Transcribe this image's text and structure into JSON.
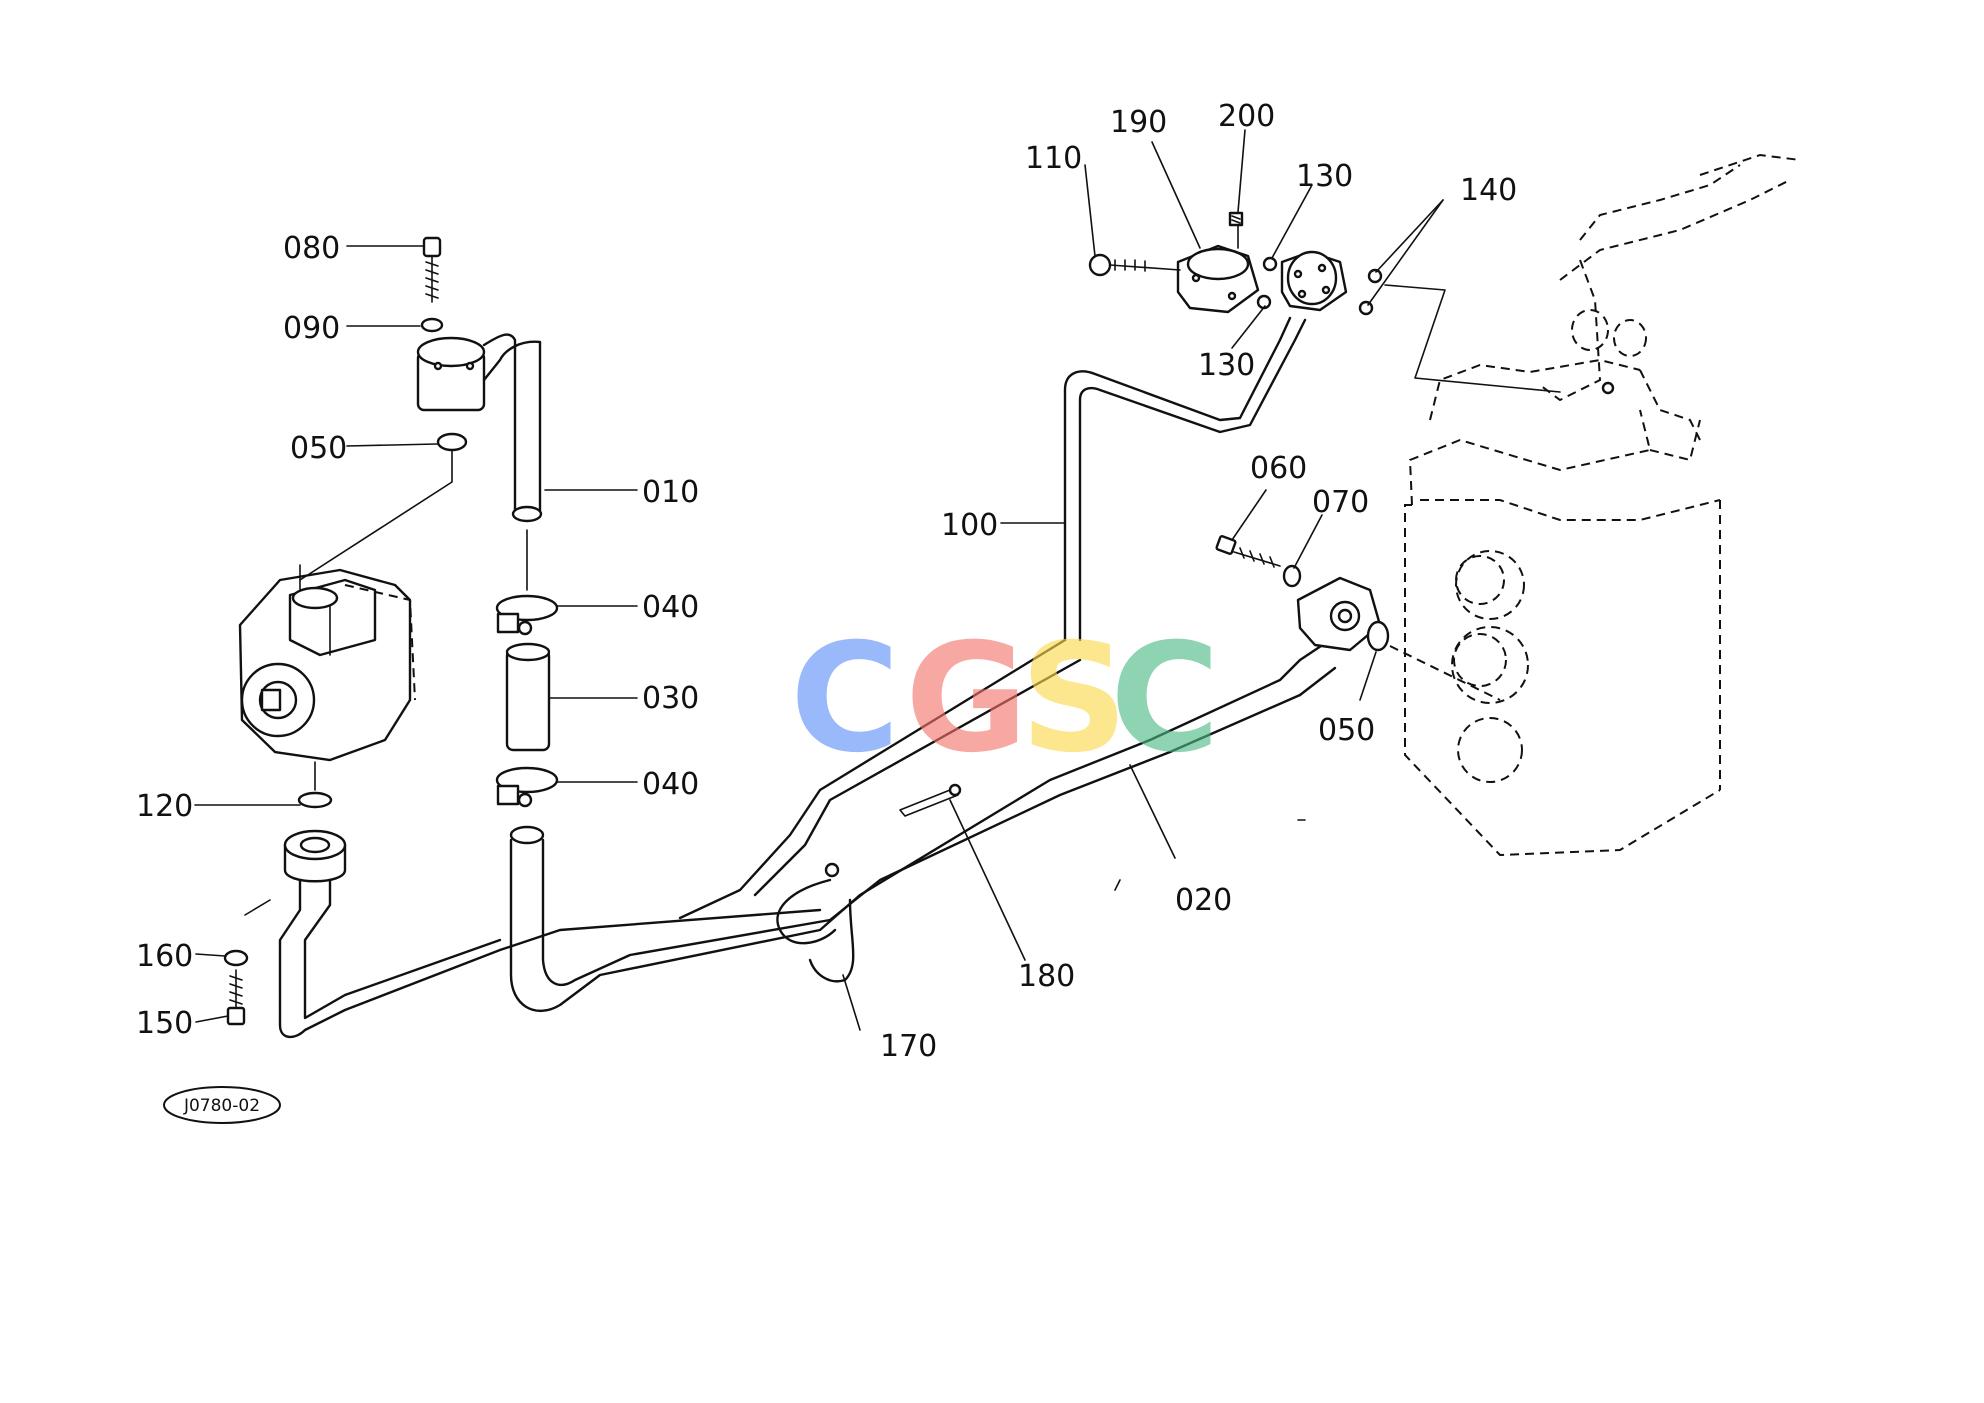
{
  "drawing_code": "J0780-02",
  "watermark": [
    {
      "char": "C",
      "color": "#5b8ff9"
    },
    {
      "char": "G",
      "color": "#f4736b"
    },
    {
      "char": "S",
      "color": "#fbd84a"
    },
    {
      "char": "C",
      "color": "#4cba84"
    }
  ],
  "callouts": [
    {
      "id": "010",
      "label": "010"
    },
    {
      "id": "020",
      "label": "020"
    },
    {
      "id": "030",
      "label": "030"
    },
    {
      "id": "040a",
      "label": "040"
    },
    {
      "id": "040b",
      "label": "040"
    },
    {
      "id": "050a",
      "label": "050"
    },
    {
      "id": "050b",
      "label": "050"
    },
    {
      "id": "060",
      "label": "060"
    },
    {
      "id": "070",
      "label": "070"
    },
    {
      "id": "080",
      "label": "080"
    },
    {
      "id": "090",
      "label": "090"
    },
    {
      "id": "100",
      "label": "100"
    },
    {
      "id": "110",
      "label": "110"
    },
    {
      "id": "120",
      "label": "120"
    },
    {
      "id": "130a",
      "label": "130"
    },
    {
      "id": "130b",
      "label": "130"
    },
    {
      "id": "140",
      "label": "140"
    },
    {
      "id": "150",
      "label": "150"
    },
    {
      "id": "160",
      "label": "160"
    },
    {
      "id": "170",
      "label": "170"
    },
    {
      "id": "180",
      "label": "180"
    },
    {
      "id": "190",
      "label": "190"
    },
    {
      "id": "200",
      "label": "200"
    }
  ]
}
